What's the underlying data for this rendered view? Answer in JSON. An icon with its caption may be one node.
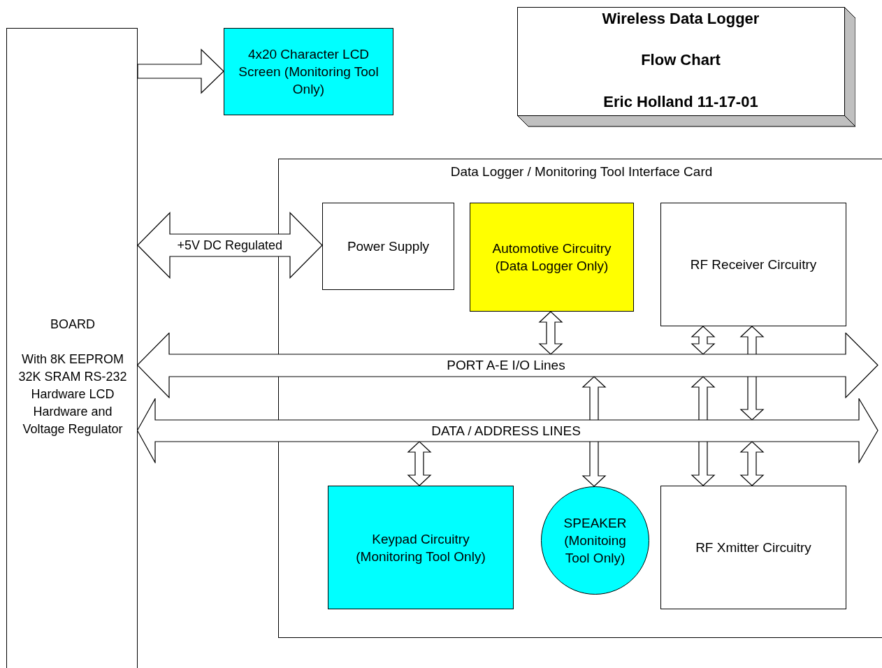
{
  "diagram": {
    "nodes": [
      {
        "text": [
          "4x20 Character LCD Screen (Monitoring Tool Only)"
        ]
      },
      {
        "text": [
          "Wireless Data Logger",
          "Flow Chart",
          "Eric Holland 11-17-01"
        ]
      },
      {
        "text": [
          "BOARD",
          "With 8K EEPROM 32K SRAM RS-232 Hardware LCD Hardware and Voltage Regulator"
        ]
      },
      {
        "text": [
          "Data Logger / Monitoring Tool Interface Card"
        ]
      },
      {
        "text": [
          "Power Supply"
        ],
        "in": 3
      },
      {
        "text": [
          "Automotive Circuitry (Data Logger Only)"
        ],
        "in": 3
      },
      {
        "text": [
          "RF Receiver Circuitry"
        ],
        "in": 3
      },
      {
        "text": [
          "PORT A-E I/O Lines"
        ]
      },
      {
        "text": [
          "DATA / ADDRESS LINES"
        ]
      },
      {
        "text": [
          "Keypad Circuitry (Monitoring Tool Only)"
        ],
        "in": 3
      },
      {
        "text": [
          "SPEAKER (Monitoing Tool Only)"
        ],
        "in": 3
      },
      {
        "text": [
          "RF Xmitter Circuitry"
        ],
        "in": 3
      }
    ],
    "edges": [
      {
        "from": 2,
        "to": 0,
        "arrow": "to"
      },
      {
        "from": 2,
        "to": 4,
        "arrow": "both",
        "label": "+5V DC Regulated"
      },
      {
        "from": 5,
        "to": 7,
        "arrow": "both"
      },
      {
        "from": 6,
        "to": 7,
        "arrow": "both"
      },
      {
        "from": 6,
        "to": 8,
        "arrow": "both"
      },
      {
        "from": 9,
        "to": 8,
        "arrow": "both"
      },
      {
        "from": 10,
        "to": 7,
        "arrow": "both"
      },
      {
        "from": 11,
        "to": 7,
        "arrow": "both"
      },
      {
        "from": 11,
        "to": 8,
        "arrow": "both"
      }
    ]
  }
}
